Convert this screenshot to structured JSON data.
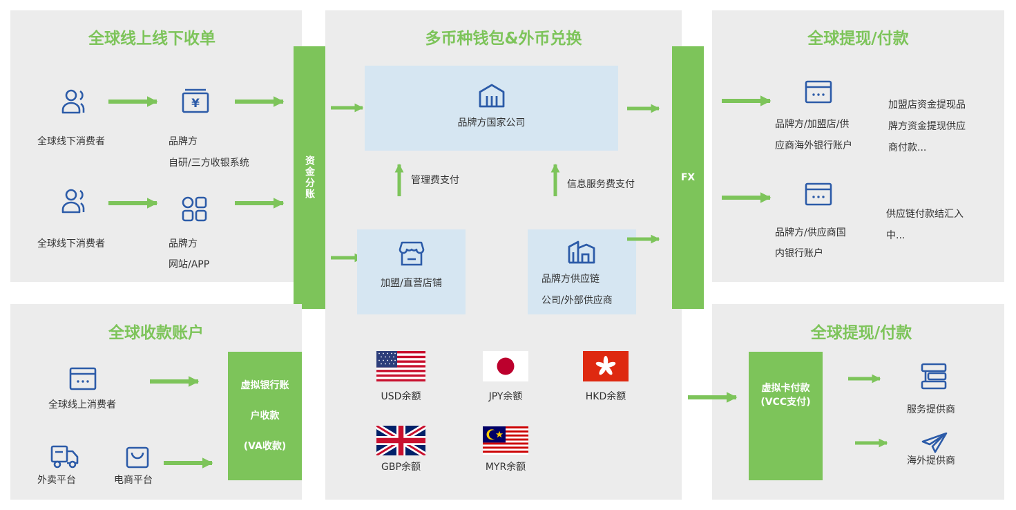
{
  "panels": {
    "collect": {
      "title": "全球线上线下收单",
      "row1": {
        "source": "全球线下消费者",
        "target_line1": "品牌方",
        "target_line2": "自研/三方收银系统"
      },
      "row2": {
        "source": "全球线下消费者",
        "target_line1": "品牌方",
        "target_line2": "网站/APP"
      },
      "bar": "资金分账"
    },
    "account": {
      "title": "全球收款账户",
      "online": "全球线上消费者",
      "delivery": "外卖平台",
      "ecommerce": "电商平台",
      "bar_line1": "虚拟银行账",
      "bar_line2": "户收款",
      "bar_line3": "(VA收款)"
    },
    "wallet": {
      "title": "多币种钱包&外币兑换",
      "brand_country": "品牌方国家公司",
      "mgmt_fee": "管理费支付",
      "info_fee": "信息服务费支付",
      "franchise": "加盟/直营店铺",
      "supply_line1": "品牌方供应链",
      "supply_line2": "公司/外部供应商",
      "fx": "FX",
      "balances": [
        "USD余额",
        "JPY余额",
        "HKD余额",
        "GBP余额",
        "MYR余额"
      ]
    },
    "withdraw1": {
      "title": "全球提现/付款",
      "acct1_line1": "品牌方/加盟店/供",
      "acct1_line2": "应商海外银行账户",
      "desc1_line1": "加盟店资金提现品",
      "desc1_line2": "牌方资金提现供应",
      "desc1_line3": "商付款...",
      "acct2_line1": "品牌方/供应商国",
      "acct2_line2": "内银行账户",
      "desc2_line1": "供应链付款结汇入",
      "desc2_line2": "中..."
    },
    "withdraw2": {
      "title": "全球提现/付款",
      "bar_line1": "虚拟卡付款",
      "bar_line2": "(VCC支付)",
      "service": "服务提供商",
      "overseas": "海外提供商"
    }
  },
  "colors": {
    "accent_green": "#7dc45a",
    "icon_blue": "#2c5ba8",
    "panel_gray": "#ececec",
    "box_blue": "#d6e6f2"
  }
}
